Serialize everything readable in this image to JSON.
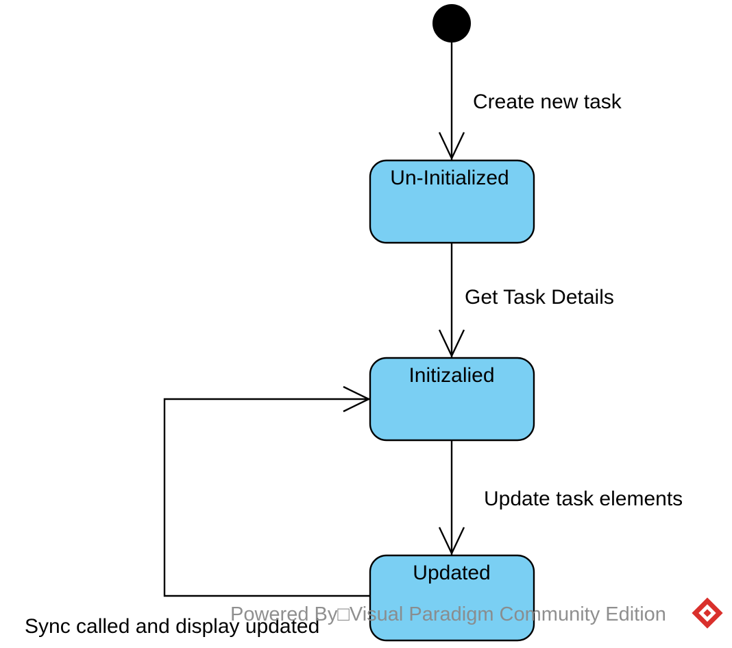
{
  "diagram": {
    "type": "uml-state-machine",
    "states": [
      {
        "id": "un-initialized",
        "label": "Un-Initialized"
      },
      {
        "id": "initizalied",
        "label": "Initizalied"
      },
      {
        "id": "updated",
        "label": "Updated"
      }
    ],
    "transitions": [
      {
        "from": "initial",
        "to": "un-initialized",
        "label": "Create new task"
      },
      {
        "from": "un-initialized",
        "to": "initizalied",
        "label": "Get Task Details"
      },
      {
        "from": "initizalied",
        "to": "updated",
        "label": "Update task elements"
      },
      {
        "from": "updated",
        "to": "initizalied",
        "label": "Sync called and display updated"
      }
    ],
    "colors": {
      "state_fill": "#7acff3",
      "stroke": "#000000",
      "watermark_text": "#8a8a8a",
      "logo": "#d9302c"
    }
  },
  "watermark": {
    "text": "Powered By□Visual Paradigm Community Edition",
    "logo_icon": "visual-paradigm-logo-icon"
  }
}
